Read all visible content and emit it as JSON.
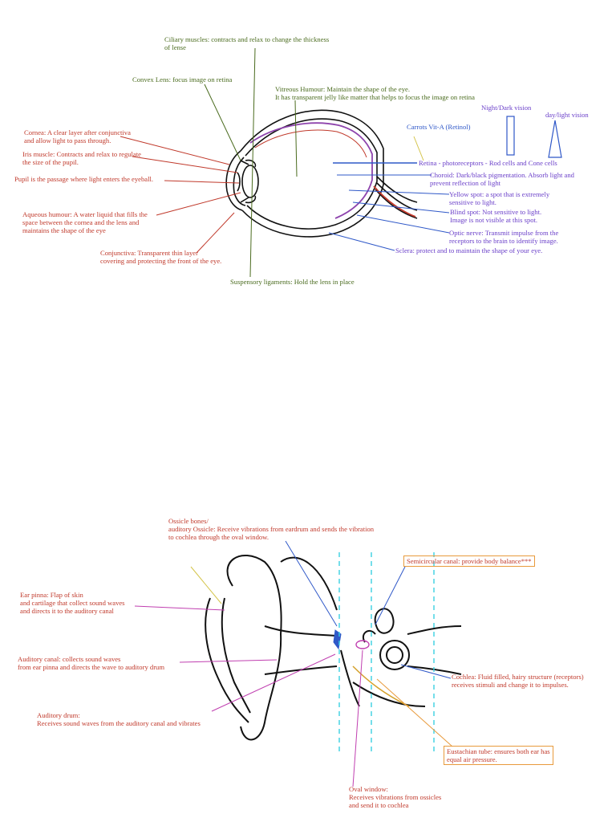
{
  "eye": {
    "ciliary": "Ciliary muscles: contracts and relax to change the thickness\nof lense",
    "convex_lens": "Convex Lens: focus image on retina",
    "vitreous": "Vitreous Humour: Maintain the shape of the eye.\nIt has transparent jelly like matter that helps to focus the image on retina",
    "cornea": "Cornea: A clear layer after conjunctiva\nand allow light to pass through.",
    "iris": "Iris muscle: Contracts and relax to regulate\nthe size of the pupil.",
    "pupil": "Pupil is the passage where light enters the eyeball.",
    "aqueous": "Aqueous humour: A water liquid that fills the\nspace between the cornea and the lens and\nmaintains the shape of the eye",
    "conjunctiva": "Conjunctiva: Transparent thin layer\ncovering and protecting the front of the eye.",
    "suspensory": "Suspensory ligaments: Hold the lens in place",
    "night_vision": "Night/Dark vision",
    "day_vision": "day/light vision",
    "carrots": "Carrots Vit-A (Retinol)",
    "retina": "Retina - photoreceptors - Rod cells and Cone cells",
    "choroid": "Choroid: Dark/black pigmentation. Absorb light and\nprevent reflection of light",
    "yellow_spot": "Yellow spot: a spot that is extremely\nsensitive to light.",
    "blind_spot": "Blind spot: Not sensitive to light.\nImage is not visible at this spot.",
    "optic_nerve": "Optic nerve: Transmit impulse from the\nreceptors to the brain to identify image.",
    "sclera": "Sclera: protect and to maintain the shape of your eye."
  },
  "ear": {
    "ossicle": "Ossicle bones/\nauditory Ossicle: Receive vibrations from eardrum and sends the vibration\nto cochlea through the oval window.",
    "semicircular": "Semicircular canal: provide body balance***",
    "pinna": "Ear pinna: Flap of skin\nand cartilage that collect sound waves\nand directs it to the auditory canal",
    "auditory_canal": "Auditory canal: collects sound waves\nfrom ear pinna and directs the wave to auditory drum",
    "auditory_drum": "Auditory drum:\nReceives sound waves from the auditory canal and vibrates",
    "cochlea": "Cochlea: Fluid filled, hairy structure (receptors)\nreceives stimuli and change it to impulses.",
    "eustachian": "Eustachian tube: ensures both ear has\nequal air pressure.",
    "oval_window": "Oval window:\nReceives vibrations from ossicles\nand send it to cochlea"
  }
}
